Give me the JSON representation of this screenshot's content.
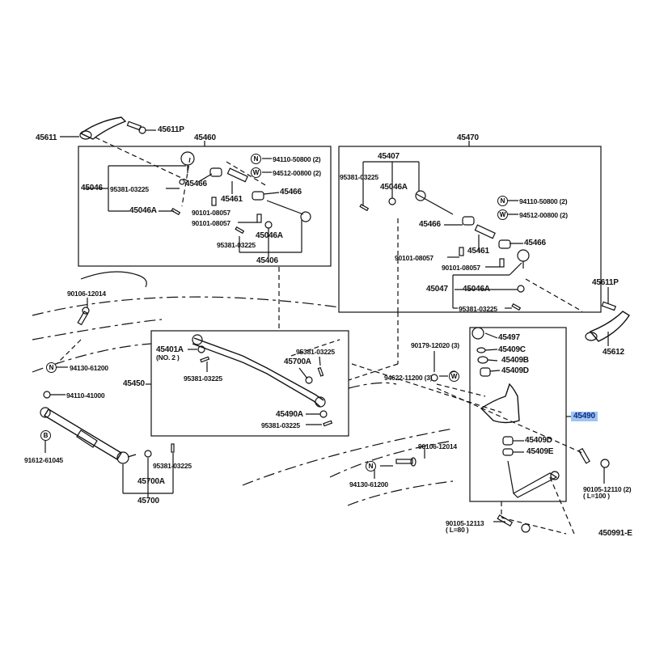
{
  "diagram": {
    "title_code": "450991-E",
    "highlight_color": "#9ec3f5",
    "groups": {
      "g45460": {
        "label": "45460"
      },
      "g45470": {
        "label": "45470"
      },
      "g45450": {
        "label": "45450"
      },
      "g45490": {
        "label": "45490"
      },
      "g45700": {
        "label": "45700"
      }
    },
    "parts": {
      "p45611": "45611",
      "p45611P_left": "45611P",
      "p45046": "45046",
      "p95381_a": "95381-03225",
      "p45046A_a": "45046A",
      "p45466_a": "45466",
      "p45461_a": "45461",
      "p90101_a": "90101-08057",
      "p90101_b": "90101-08057",
      "p94110_a": "94110-50800 (2)",
      "p94512_a": "94512-00800 (2)",
      "p45466_b": "45466",
      "p45046A_b": "45046A",
      "p95381_b": "95381-03225",
      "p45406": "45406",
      "p45407": "45407",
      "p95381_c": "95381-03225",
      "p45046A_c": "45046A",
      "p94110_b": "94110-50800 (2)",
      "p94512_b": "94512-00800 (2)",
      "p45466_c": "45466",
      "p45461_b": "45461",
      "p45466_d": "45466",
      "p90101_c": "90101-08057",
      "p90101_d": "90101-08057",
      "p45047": "45047",
      "p45046A_d": "45046A",
      "p95381_d": "95381-03225",
      "p45611P_right": "45611P",
      "p45612": "45612",
      "p90106_a": "90106-12014",
      "p94130_a": "94130-61200",
      "p45401A": "45401A",
      "p45401A_note": "(NO. 2 )",
      "p95381_e": "95381-03225",
      "p95381_f": "95381-03225",
      "p45700A_a": "45700A",
      "p45490A": "45490A",
      "p95381_g": "95381-03225",
      "p94110_c": "94110-41000",
      "p91612": "91612-61045",
      "p95381_h": "95381-03225",
      "p45700A_b": "45700A",
      "p90179": "90179-12020 (3)",
      "p94622": "94622-11200 (3)",
      "p45497": "45497",
      "p45409C": "45409C",
      "p45409B": "45409B",
      "p45409D_a": "45409D",
      "p45409D_b": "45409D",
      "p45409E": "45409E",
      "p90106_b": "90106-12014",
      "p94130_b": "94130-61200",
      "p90105_a": "90105-12110 (2)",
      "p90105_a_note": "( L=100 )",
      "p90105_b": "90105-12113",
      "p90105_b_note": "( L=80 )"
    },
    "symbols": {
      "nut": "N",
      "washer": "W",
      "bolt": "B"
    }
  }
}
